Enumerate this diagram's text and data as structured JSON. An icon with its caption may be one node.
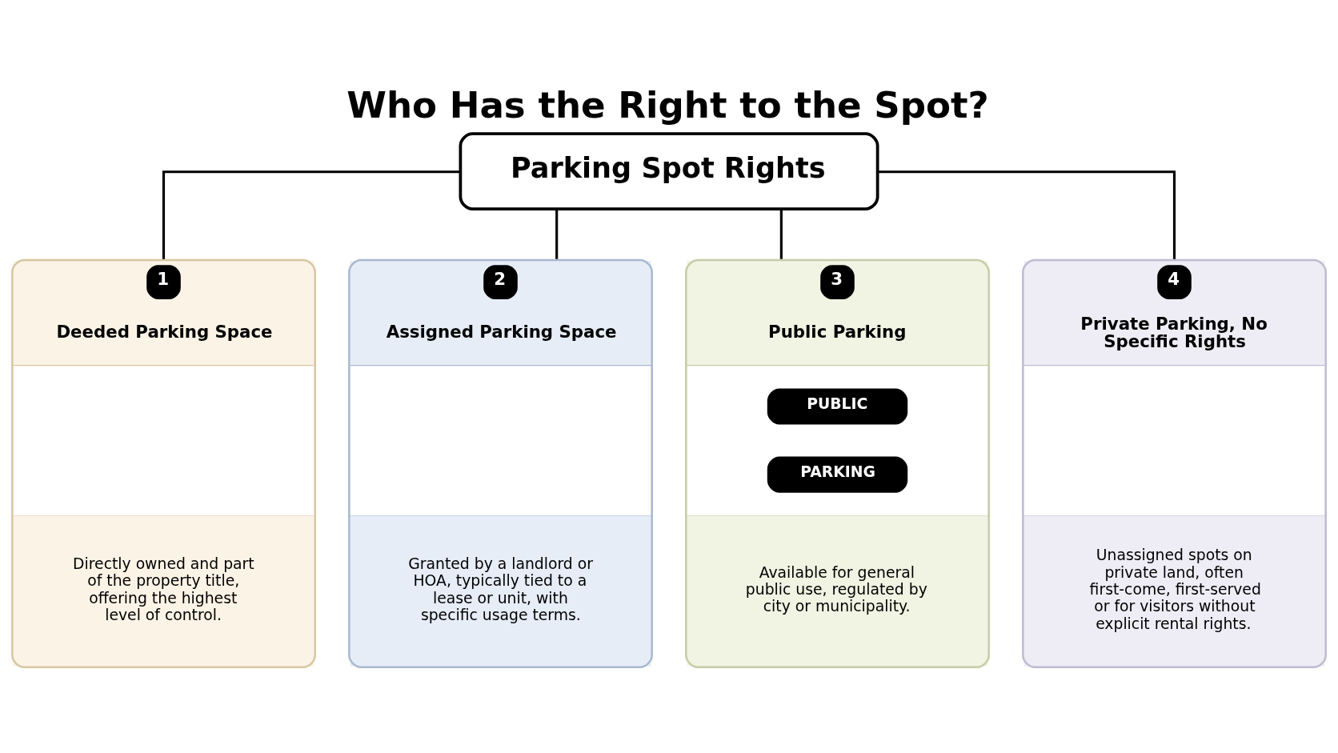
{
  "diagram": {
    "title": "Who Has the Right to the Spot?",
    "nodes": [
      {
        "text": [
          "Parking Spot Rights"
        ]
      },
      {
        "text": [
          "1",
          "Deeded Parking Space",
          "Directly owned and part of the property title, offering the highest level of control."
        ]
      },
      {
        "text": [
          "2",
          "Assigned Parking Space",
          "Granted by a landlord or HOA, typically tied to a lease or unit, with specific usage terms."
        ]
      },
      {
        "text": [
          "3",
          "Public Parking",
          "PUBLIC",
          "PARKING",
          "Available for general public use, regulated by city or municipality."
        ]
      },
      {
        "text": [
          "4",
          "Private Parking, No Specific Rights",
          "Unassigned spots on private land, often first-come, first-served or for visitors without explicit rental rights."
        ]
      }
    ],
    "edges": [
      {
        "from": 0,
        "to": 1,
        "arrow": "none"
      },
      {
        "from": 0,
        "to": 2,
        "arrow": "none"
      },
      {
        "from": 0,
        "to": 3,
        "arrow": "none"
      },
      {
        "from": 0,
        "to": 4,
        "arrow": "none"
      }
    ]
  }
}
